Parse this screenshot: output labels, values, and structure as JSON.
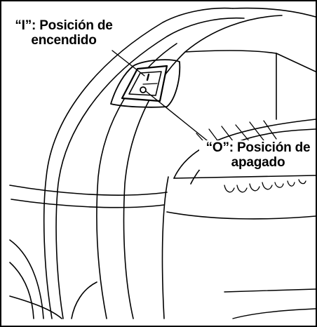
{
  "callouts": {
    "on": {
      "line1": "“I”: Posición de",
      "line2": "encendido"
    },
    "off": {
      "line1": "“O”: Posición de",
      "line2": "apagado"
    }
  },
  "switch": {
    "on_symbol": "I",
    "off_symbol": "O"
  },
  "colors": {
    "ink": "#000000",
    "paper": "#ffffff"
  }
}
